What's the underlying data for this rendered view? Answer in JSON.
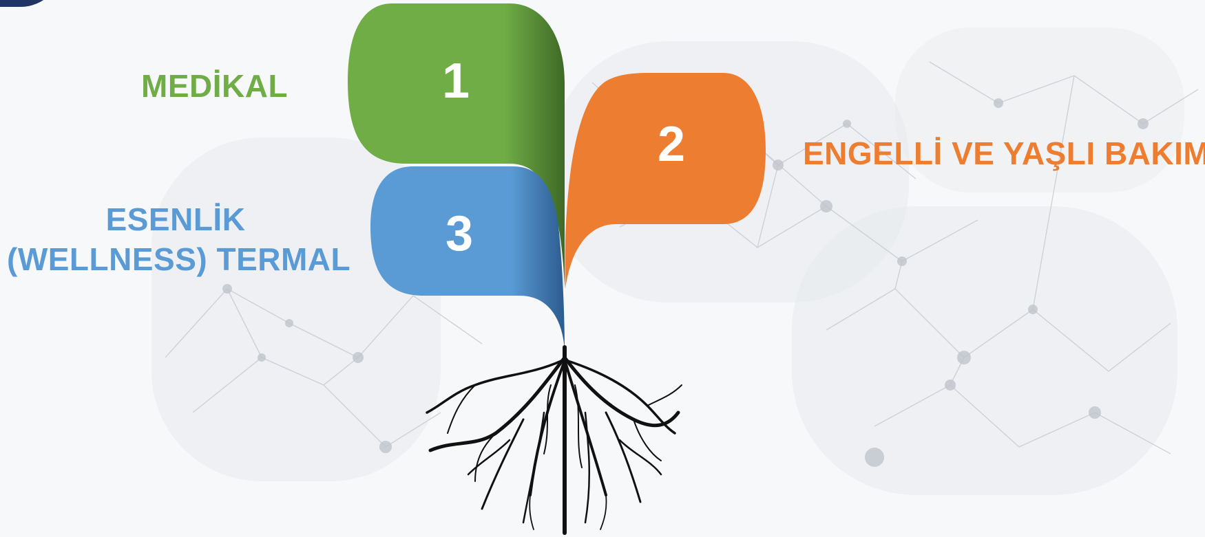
{
  "branches": [
    {
      "number": "1",
      "label": "MEDİKAL",
      "color": "#70ad47"
    },
    {
      "number": "2",
      "label": "ENGELLİ VE YAŞLI BAKIM",
      "color": "#ed7d31"
    },
    {
      "number": "3",
      "label_line1": "ESENLİK",
      "label_line2": "(WELLNESS) TERMAL",
      "color": "#5b9bd5"
    }
  ],
  "colors": {
    "background": "#f7f8fa",
    "roots": "#111111",
    "corner_logo": "#1f3565"
  }
}
